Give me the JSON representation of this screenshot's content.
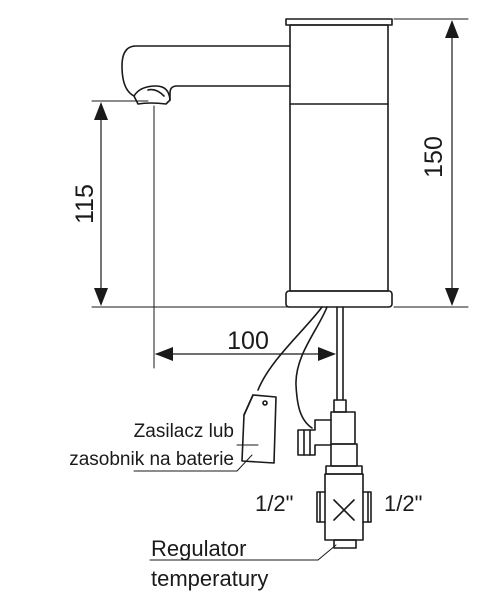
{
  "dimensions": {
    "width_label": "100",
    "spout_height_label": "115",
    "total_height_label": "150"
  },
  "labels": {
    "power_line1": "Zasilacz lub",
    "power_line2": "zasobnik na baterie",
    "connection_left": "1/2\"",
    "connection_right": "1/2\"",
    "regulator_line1": "Regulator",
    "regulator_line2": "temperatury"
  },
  "colors": {
    "line": "#1a1a1a",
    "background": "#ffffff"
  }
}
